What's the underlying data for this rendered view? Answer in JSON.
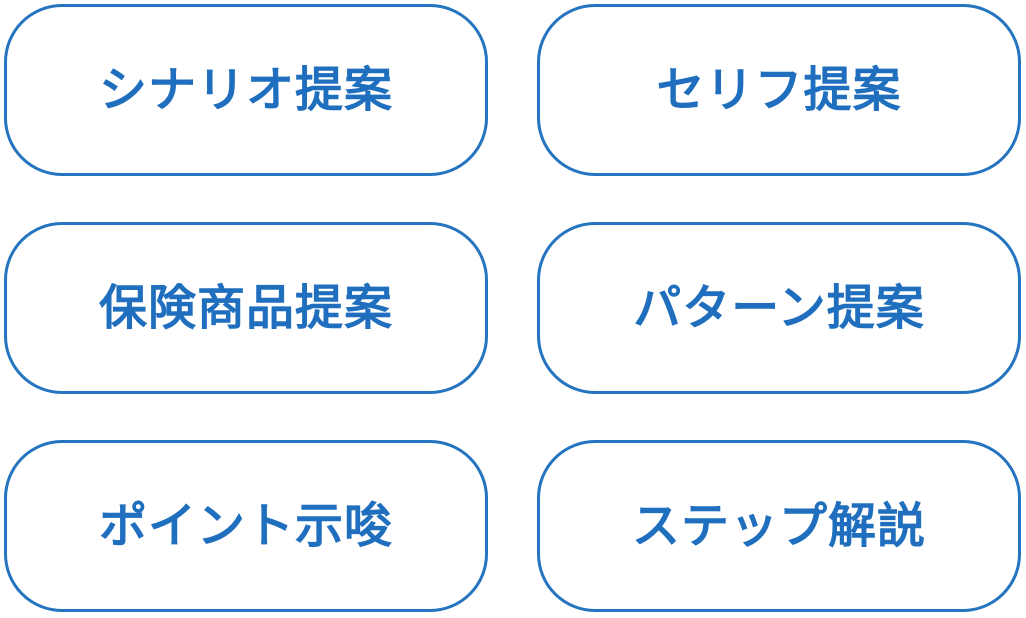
{
  "options": [
    {
      "label": "シナリオ提案"
    },
    {
      "label": "セリフ提案"
    },
    {
      "label": "保険商品提案"
    },
    {
      "label": "パターン提案"
    },
    {
      "label": "ポイント示唆"
    },
    {
      "label": "ステップ解説"
    }
  ],
  "colors": {
    "border": "#2474bf",
    "text": "#1f6fbe",
    "background": "#ffffff"
  }
}
